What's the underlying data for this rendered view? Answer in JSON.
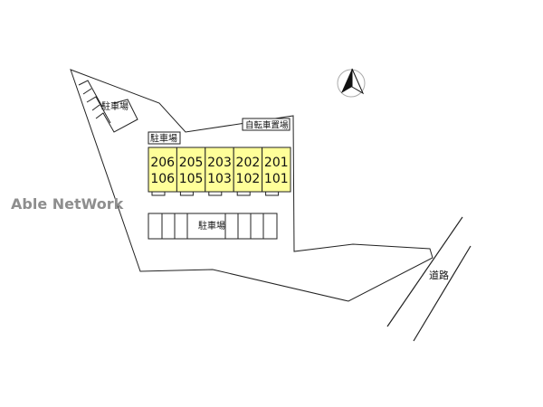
{
  "watermark": "Able NetWork",
  "labels": {
    "parking_upper_left": "駐車場",
    "parking_building": "駐車場",
    "parking_lower": "駐車場",
    "bicycle_parking": "自転車置場",
    "road": "道路"
  },
  "units": [
    {
      "upper": "206",
      "lower": "106"
    },
    {
      "upper": "205",
      "lower": "105"
    },
    {
      "upper": "203",
      "lower": "103"
    },
    {
      "upper": "202",
      "lower": "102"
    },
    {
      "upper": "201",
      "lower": "101"
    }
  ],
  "colors": {
    "unit_fill": "#ffff99",
    "line": "#222222",
    "watermark": "#8e8e8e"
  },
  "icons": {
    "north": "north-arrow-icon"
  }
}
